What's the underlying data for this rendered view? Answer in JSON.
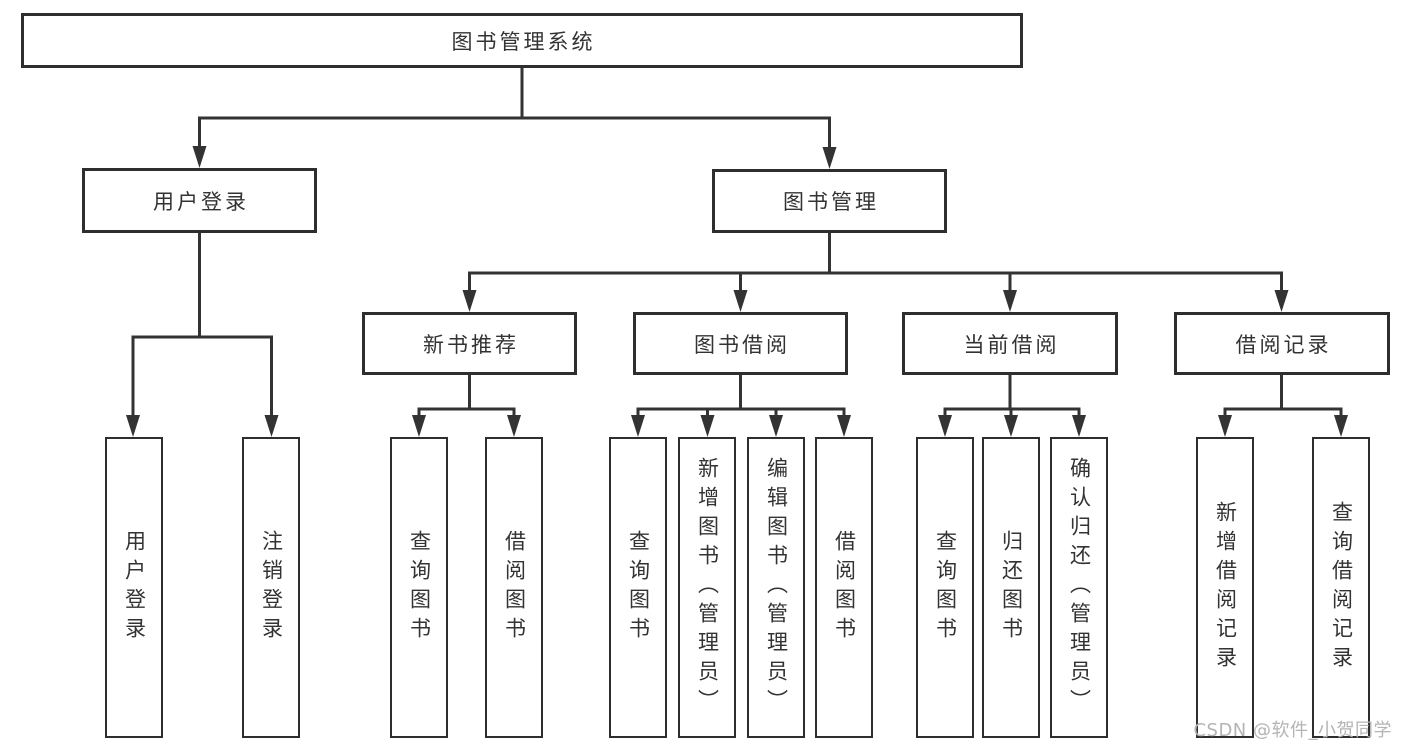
{
  "colors": {
    "line": "#333333",
    "box_border": "#2e2e2e",
    "text": "#333333",
    "background": "#ffffff",
    "watermark": "#b5b3b3"
  },
  "watermark": {
    "text": "CSDN @软件_小贺同学"
  },
  "tree": {
    "root": {
      "label": "图书管理系统",
      "children": [
        {
          "label": "用户登录",
          "children": [
            {
              "label": "用户登录"
            },
            {
              "label": "注销登录"
            }
          ]
        },
        {
          "label": "图书管理",
          "children": [
            {
              "label": "新书推荐",
              "children": [
                {
                  "label": "查询图书"
                },
                {
                  "label": "借阅图书"
                }
              ]
            },
            {
              "label": "图书借阅",
              "children": [
                {
                  "label": "查询图书"
                },
                {
                  "label": "新增图书（管理员）"
                },
                {
                  "label": "编辑图书（管理员）"
                },
                {
                  "label": "借阅图书"
                }
              ]
            },
            {
              "label": "当前借阅",
              "children": [
                {
                  "label": "查询图书"
                },
                {
                  "label": "归还图书"
                },
                {
                  "label": "确认归还（管理员）"
                }
              ]
            },
            {
              "label": "借阅记录",
              "children": [
                {
                  "label": "新增借阅记录"
                },
                {
                  "label": "查询借阅记录"
                }
              ]
            }
          ]
        }
      ]
    }
  }
}
